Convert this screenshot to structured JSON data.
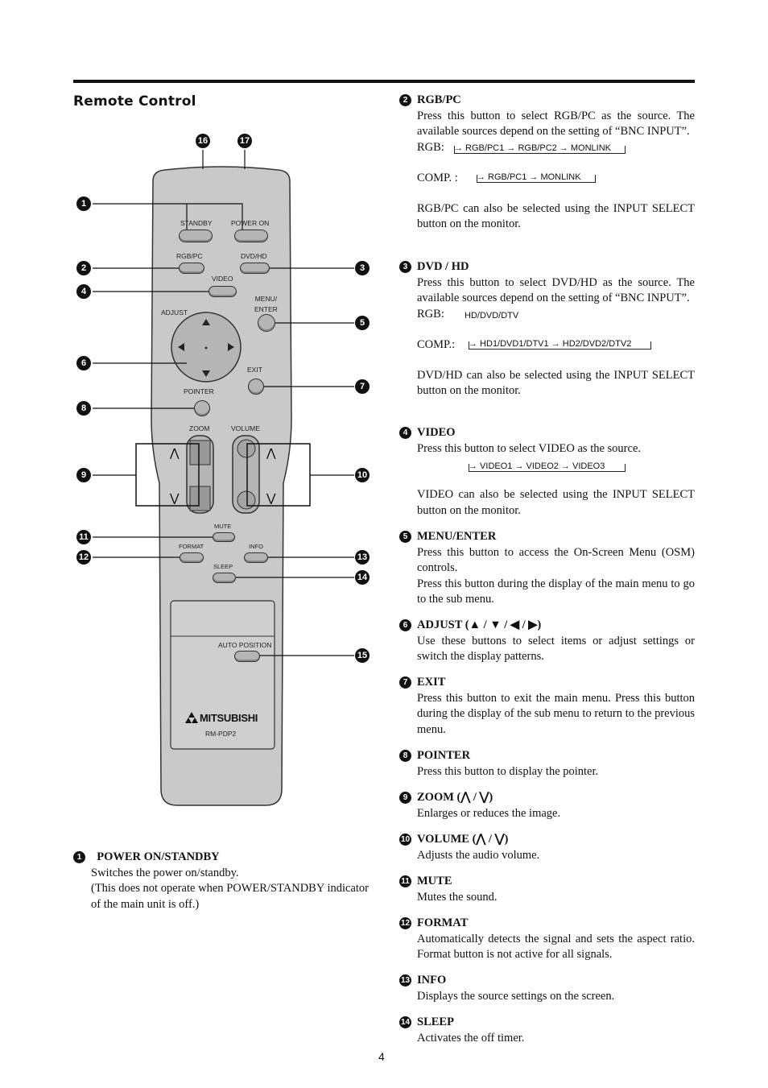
{
  "page": {
    "section_title": "Remote Control",
    "page_number": "4"
  },
  "remote": {
    "model": "RM-PDP2",
    "brand": "MITSUBISHI",
    "labels": {
      "standby": "STANDBY",
      "power_on": "POWER ON",
      "rgb_pc": "RGB/PC",
      "dvd_hd": "DVD/HD",
      "video": "VIDEO",
      "menu_enter": "MENU/\nENTER",
      "adjust": "ADJUST",
      "exit": "EXIT",
      "pointer": "POINTER",
      "zoom": "ZOOM",
      "volume": "VOLUME",
      "mute": "MUTE",
      "format": "FORMAT",
      "info": "INFO",
      "sleep": "SLEEP",
      "auto_position": "AUTO POSITION"
    },
    "callouts": [
      "1",
      "2",
      "3",
      "4",
      "5",
      "6",
      "7",
      "8",
      "9",
      "10",
      "11",
      "12",
      "13",
      "14",
      "15",
      "16",
      "17"
    ]
  },
  "items": {
    "i1": {
      "num": "1",
      "title": "POWER ON/STANDBY",
      "text": "Switches the power on/standby.",
      "text2": "(This does not operate when POWER/STANDBY indicator of the main unit is off.)"
    },
    "i2": {
      "num": "2",
      "title": "RGB/PC",
      "text": "Press this button to select RGB/PC as the source. The available sources depend on the setting of “BNC INPUT”.",
      "rgb_label": "RGB:",
      "rgb_seq": "→ RGB/PC1 → RGB/PC2 → MONLINK",
      "comp_label": "COMP. :",
      "comp_seq": "→ RGB/PC1 → MONLINK",
      "text2": "RGB/PC can also be selected using the INPUT SELECT button on the monitor."
    },
    "i3": {
      "num": "3",
      "title": "DVD / HD",
      "text": "Press this button to select DVD/HD as the source. The available sources depend on the setting of “BNC INPUT”.",
      "rgb_label": "RGB:",
      "rgb_seq": "HD/DVD/DTV",
      "comp_label": "COMP.:",
      "comp_seq": "→ HD1/DVD1/DTV1 → HD2/DVD2/DTV2",
      "text2": "DVD/HD can also be selected using the INPUT SELECT button on the monitor."
    },
    "i4": {
      "num": "4",
      "title": "VIDEO",
      "text": "Press this button to select VIDEO as the source.",
      "seq": "→ VIDEO1 → VIDEO2 → VIDEO3",
      "text2": "VIDEO can also be selected using the INPUT SELECT button on the monitor."
    },
    "i5": {
      "num": "5",
      "title": "MENU/ENTER",
      "text": "Press this button to access the On-Screen Menu (OSM) controls.",
      "text2": "Press this button during the display of the main menu to go to the sub menu."
    },
    "i6": {
      "num": "6",
      "title": "ADJUST (▲ / ▼ / ◀ / ▶)",
      "text": "Use these buttons to select items or adjust settings or switch the display patterns."
    },
    "i7": {
      "num": "7",
      "title": "EXIT",
      "text": "Press this button to exit the main menu. Press this button during the display of the sub menu to return to the previous menu."
    },
    "i8": {
      "num": "8",
      "title": "POINTER",
      "text": "Press this button to display the pointer."
    },
    "i9": {
      "num": "9",
      "title": "ZOOM (⋀ / ⋁)",
      "text": "Enlarges or reduces the image."
    },
    "i10": {
      "num": "10",
      "title": "VOLUME (⋀ / ⋁)",
      "text": "Adjusts the audio volume."
    },
    "i11": {
      "num": "11",
      "title": "MUTE",
      "text": "Mutes the sound."
    },
    "i12": {
      "num": "12",
      "title": "FORMAT",
      "text": "Automatically detects the signal and sets the aspect ratio. Format button is not active for all signals."
    },
    "i13": {
      "num": "13",
      "title": "INFO",
      "text": "Displays the source settings on the screen."
    },
    "i14": {
      "num": "14",
      "title": "SLEEP",
      "text": "Activates the off timer."
    }
  }
}
